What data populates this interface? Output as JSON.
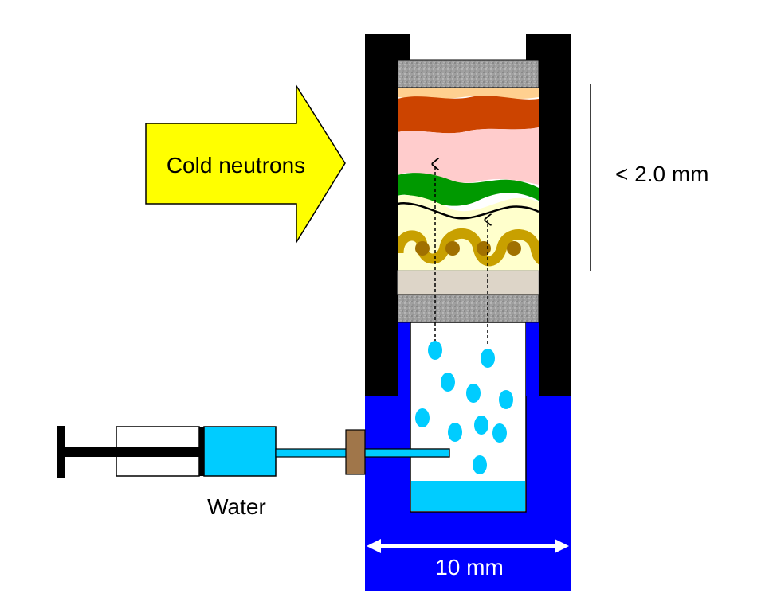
{
  "labels": {
    "arrow": "Cold neutrons",
    "thickness": "< 2.0 mm",
    "syringe": "Water",
    "width": "10 mm"
  },
  "colors": {
    "background": "#ffffff",
    "wall": "#000000",
    "reservoir": "#0000ff",
    "arrow_fill": "#ffff00",
    "water": "#00ccff",
    "electrode": "#a0a0a0",
    "cathode_layer": "#cc4400",
    "membrane": "#ffcccc",
    "anode_layer": "#009900",
    "gas_diffusion": "#ffffcc",
    "mesh": "#c8a000",
    "base_plate": "#ddd5c8",
    "plug": "#a0764a",
    "text": "#000000",
    "width_text": "#ffffff"
  },
  "icons": {
    "arrow": "neutron-beam-arrow-icon",
    "syringe": "water-syringe-icon",
    "droplet": "water-droplet-icon"
  }
}
